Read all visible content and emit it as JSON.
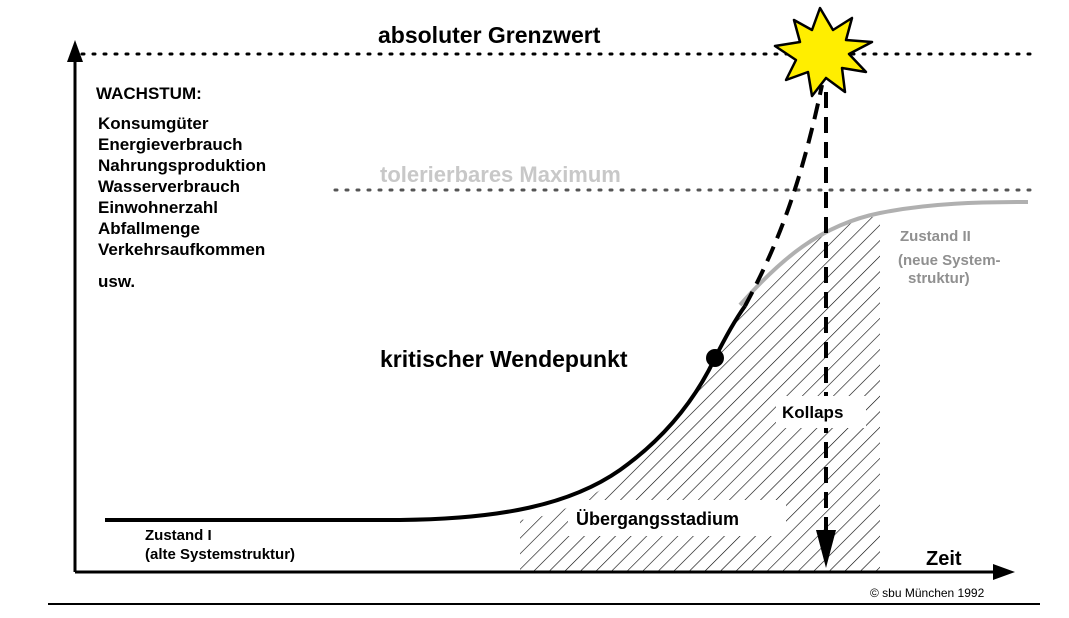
{
  "title_limit": "absoluter Grenzwert",
  "growth": {
    "heading": "WACHSTUM:",
    "items": [
      "Konsumgüter",
      "Energieverbrauch",
      "Nahrungsproduktion",
      "Wasserverbrauch",
      "Einwohnerzahl",
      "Abfallmenge",
      "Verkehrsaufkommen"
    ],
    "etc": "usw."
  },
  "tolerable_max": "tolerierbares Maximum",
  "state_two": {
    "title": "Zustand II",
    "line1": "(neue System-",
    "line2": "struktur)"
  },
  "turning_point": "kritischer Wendepunkt",
  "collapse": "Kollaps",
  "transition": "Übergangsstadium",
  "state_one": {
    "title": "Zustand I",
    "subtitle": "(alte Systemstruktur)"
  },
  "x_axis_label": "Zeit",
  "credit": "© sbu München 1992",
  "colors": {
    "star_fill": "#ffee00",
    "grey_curve": "#b0b0b0",
    "grey_text": "#909090",
    "tolerable_text": "#c8c8c8"
  }
}
